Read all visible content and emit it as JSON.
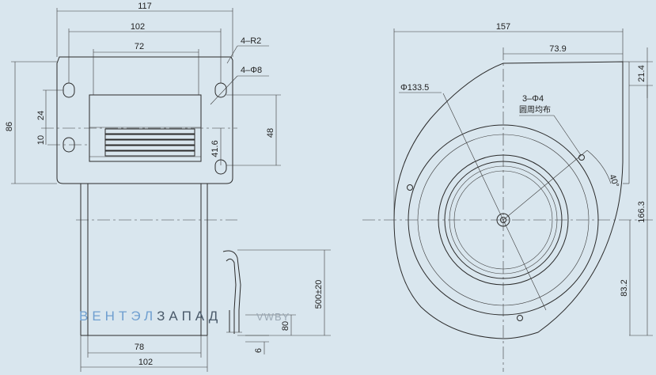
{
  "front_view": {
    "dims": {
      "width_117": "117",
      "hole_span_102": "102",
      "outlet_72": "72",
      "corner_radius": "4–R2",
      "hole_dia": "4–Φ8",
      "height_86": "86",
      "h_24": "24",
      "h_10": "10",
      "h_41_6": "41.6",
      "h_48": "48"
    }
  },
  "side_view": {
    "dims": {
      "base_78": "78",
      "base_102": "102",
      "lead_length": "500±20",
      "lead_80": "80",
      "lead_6": "6"
    }
  },
  "round_view": {
    "dims": {
      "width_157": "157",
      "offset_73_9": "73.9",
      "top_21_4": "21.4",
      "phi_133_5": "Φ133.5",
      "holes_3_phi4": "3–Φ4",
      "holes_note": "圆周均布",
      "angle_40": "40°",
      "height_166_3": "166.3",
      "height_83_2": "83.2"
    }
  },
  "watermark": {
    "part1": "ВЕНТЭЛ",
    "part2": "ЗАПАД",
    "part3": "VWBY"
  },
  "colors": {
    "background": "#d9e6ee",
    "watermark_blue": "#6f9fd0",
    "watermark_dark": "#4a5a6a",
    "watermark_grey": "#9aa7b3"
  }
}
